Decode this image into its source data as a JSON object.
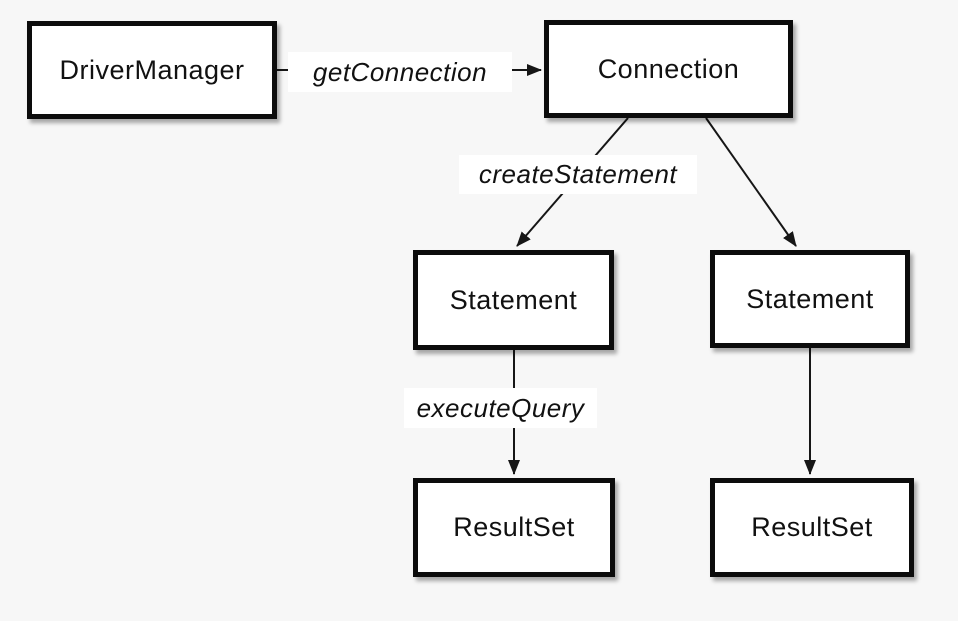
{
  "colors": {
    "background": "#f7f7f7",
    "node_fill": "#ffffff",
    "node_border": "#0c0c0c",
    "line": "#161616",
    "label_bg": "#ffffff",
    "text": "#111111"
  },
  "nodes": [
    {
      "id": "driver-manager",
      "label": "DriverManager"
    },
    {
      "id": "connection",
      "label": "Connection"
    },
    {
      "id": "statement-left",
      "label": "Statement"
    },
    {
      "id": "statement-right",
      "label": "Statement"
    },
    {
      "id": "resultset-left",
      "label": "ResultSet"
    },
    {
      "id": "resultset-right",
      "label": "ResultSet"
    }
  ],
  "edges": [
    {
      "id": "get-connection",
      "label": "getConnection",
      "from": "DriverManager",
      "to": "Connection"
    },
    {
      "id": "create-statement",
      "label": "createStatement",
      "from": "Connection",
      "to": "Statement (left)"
    },
    {
      "id": "connection-statement",
      "label": "",
      "from": "Connection",
      "to": "Statement (right)"
    },
    {
      "id": "execute-query",
      "label": "executeQuery",
      "from": "Statement (left)",
      "to": "ResultSet (left)"
    },
    {
      "id": "statement-resultset",
      "label": "",
      "from": "Statement (right)",
      "to": "ResultSet (right)"
    }
  ]
}
